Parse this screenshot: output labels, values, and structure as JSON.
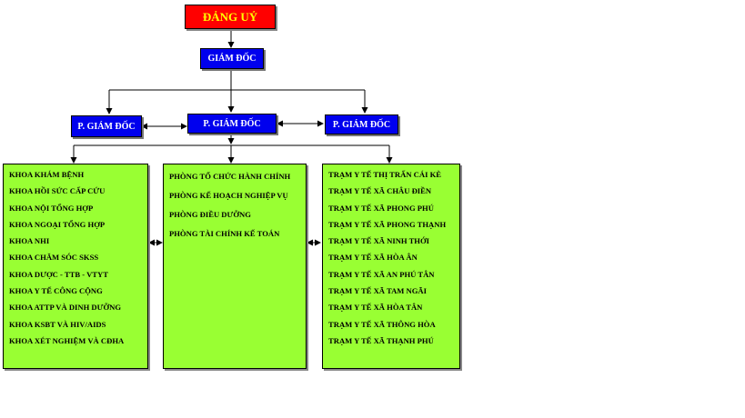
{
  "top": {
    "label": "ĐẢNG UỶ"
  },
  "director": {
    "label": "GIÁM ĐỐC"
  },
  "deputies": [
    {
      "label": "P. GIÁM ĐỐC"
    },
    {
      "label": "P. GIÁM ĐỐC"
    },
    {
      "label": "P. GIÁM ĐỐC"
    }
  ],
  "departments": {
    "khoa": [
      "KHOA KHÁM BỆNH",
      "KHOA HỒI SỨC CẤP CỨU",
      "KHOA NỘI TỔNG HỢP",
      "KHOA NGOẠI TỔNG HỢP",
      "KHOA NHI",
      "KHOA CHĂM SÓC SKSS",
      "KHOA DƯỢC - TTB - VTYT",
      "KHOA Y TẾ CÔNG CỘNG",
      "KHOA ATTP VÀ DINH DƯỠNG",
      "KHOA KSBT VÀ HIV/AIDS",
      "KHOA XÉT NGHIỆM VÀ CĐHA"
    ],
    "phong": [
      "PHÒNG TỔ CHỨC HÀNH CHÍNH",
      "PHÒNG KẾ HOẠCH NGHIỆP VỤ",
      "PHÒNG ĐIỀU DƯỠNG",
      "PHÒNG TÀI CHÍNH KẾ TOÁN"
    ],
    "tram": [
      "TRẠM Y TẾ THỊ TRẤN CÁI KÈ",
      "TRẠM Y TẾ XÃ CHÂU ĐIỀN",
      "TRẠM Y TẾ XÃ  PHONG PHÚ",
      "TRẠM Y TẾ XÃ  PHONG THẠNH",
      "TRẠM Y TẾ XÃ NINH THỚI",
      "TRẠM Y TẾ XÃ HÒA ÂN",
      "TRẠM Y TẾ XÃ AN PHÚ TÂN",
      "TRẠM Y TẾ XÃ TAM NGÃI",
      "TRẠM Y TẾ XÃ HÒA TÂN",
      "TRẠM Y TẾ XÃ THÔNG HÒA",
      "TRẠM Y TẾ XÃ THẠNH PHÚ"
    ]
  },
  "colors": {
    "top_fill": "#ff0000",
    "top_text": "#ffff00",
    "director_fill": "#0000ee",
    "panel_fill": "#99ff33"
  }
}
